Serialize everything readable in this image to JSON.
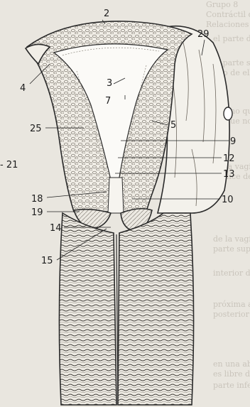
{
  "figure": {
    "labels": [
      {
        "id": "l2",
        "text": "2"
      },
      {
        "id": "l29",
        "text": "29"
      },
      {
        "id": "l4",
        "text": "4"
      },
      {
        "id": "l3",
        "text": "3"
      },
      {
        "id": "l7",
        "text": "7"
      },
      {
        "id": "l5",
        "text": "5"
      },
      {
        "id": "l25",
        "text": "25"
      },
      {
        "id": "l9",
        "text": "9"
      },
      {
        "id": "l21",
        "text": "- 21"
      },
      {
        "id": "l12",
        "text": "12"
      },
      {
        "id": "l13",
        "text": "13"
      },
      {
        "id": "l18",
        "text": "18"
      },
      {
        "id": "l10",
        "text": "10"
      },
      {
        "id": "l19",
        "text": "19"
      },
      {
        "id": "l14",
        "text": "14"
      },
      {
        "id": "l15",
        "text": "15"
      }
    ],
    "show_through_text": [
      "Grupo 8",
      "Contráctil de los músculos",
      "Relaciones del cuello",
      "el parte del cuerpo",
      "la parte superior",
      "uno de ellos",
      "que no quedan",
      "en que no",
      "de la vagina",
      "vértice de la",
      "de la vagina",
      "parte superior",
      "interior de los",
      "próxima a",
      "posterior",
      "en una abertura",
      "es libre de la",
      "parte inferior del"
    ]
  }
}
